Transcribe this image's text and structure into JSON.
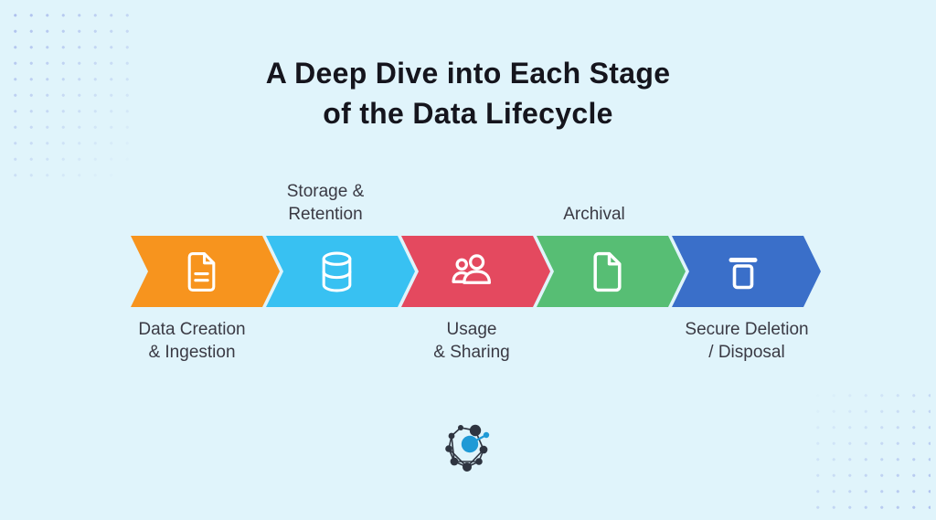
{
  "title": {
    "line1": "A Deep Dive into Each Stage",
    "line2": "of the Data Lifecycle"
  },
  "stages": [
    {
      "name": "Data Creation & Ingestion",
      "label_lines": [
        "Data Creation",
        "& Ingestion"
      ],
      "label_position": "below",
      "color": "#F7941E",
      "icon": "document-lines-icon"
    },
    {
      "name": "Storage & Retention",
      "label_lines": [
        "Storage &",
        "Retention"
      ],
      "label_position": "above",
      "color": "#38C1F2",
      "icon": "database-icon"
    },
    {
      "name": "Usage & Sharing",
      "label_lines": [
        "Usage",
        "& Sharing"
      ],
      "label_position": "below",
      "color": "#E4495F",
      "icon": "users-icon"
    },
    {
      "name": "Archival",
      "label_lines": [
        "Archival"
      ],
      "label_position": "above",
      "color": "#57BE74",
      "icon": "file-icon"
    },
    {
      "name": "Secure Deletion / Disposal",
      "label_lines": [
        "Secure Deletion",
        "/ Disposal"
      ],
      "label_position": "below",
      "color": "#3A6FC9",
      "icon": "trash-icon"
    }
  ],
  "colors": {
    "background": "#E0F4FB",
    "title_text": "#15151D",
    "label_text": "#3A3A44",
    "icon_stroke": "#FFFFFF",
    "corner_dots": "#A9BBEC",
    "logo_dark": "#2E3440",
    "logo_blue": "#1F9AD6"
  },
  "logo": {
    "name": "network-graph-logo"
  }
}
